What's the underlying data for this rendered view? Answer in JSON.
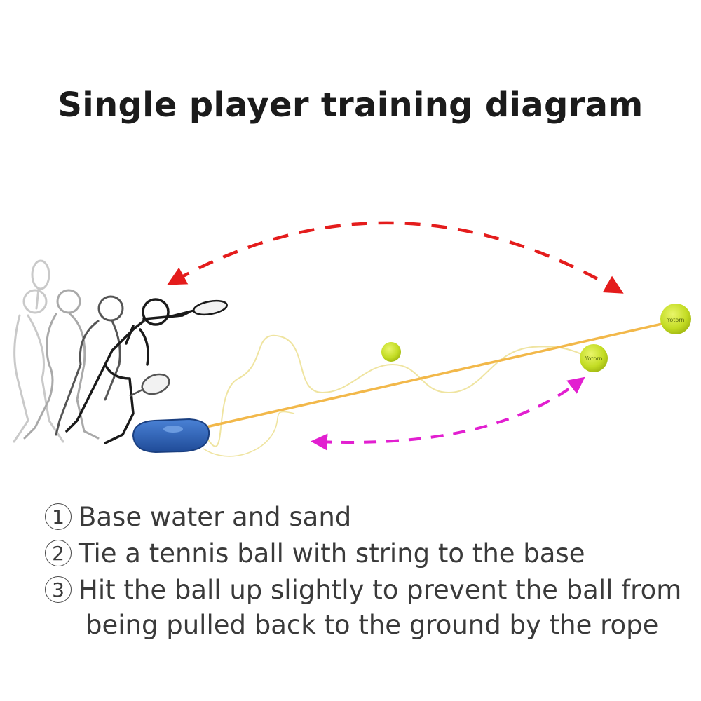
{
  "title": "Single player training diagram",
  "steps": [
    {
      "num": "1",
      "text": "Base water and sand"
    },
    {
      "num": "2",
      "text": "Tie a tennis ball with string to the base"
    },
    {
      "num": "3",
      "text": "Hit the ball up slightly to prevent the ball from",
      "text_cont": "being pulled back to the ground by the rope"
    }
  ],
  "ball_brand": "Yotorn",
  "colors": {
    "arrow_top": "#e41c1c",
    "arrow_bottom": "#e21fd0",
    "rope": "#f2b84a",
    "string": "#efe4a0",
    "ball": "#c8e02a",
    "base": "#2d62b4",
    "figure": "#1a1a1a"
  }
}
